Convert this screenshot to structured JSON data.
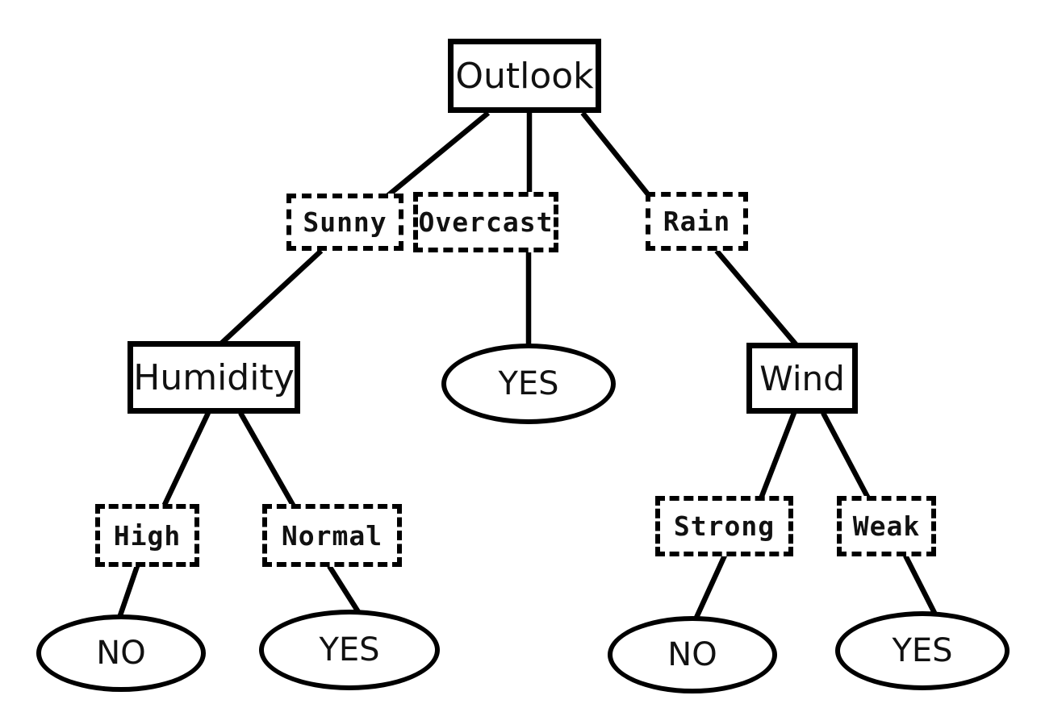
{
  "diagram": {
    "type": "decision-tree",
    "background_color": "#ffffff",
    "stroke_color": "#000000",
    "text_color": "#111111",
    "nodes": {
      "outlook": {
        "label": "Outlook",
        "kind": "decision-attribute",
        "shape": "solid-rect"
      },
      "sunny": {
        "label": "Sunny",
        "kind": "branch-value",
        "shape": "dashed-rect"
      },
      "overcast": {
        "label": "Overcast",
        "kind": "branch-value",
        "shape": "dashed-rect"
      },
      "rain": {
        "label": "Rain",
        "kind": "branch-value",
        "shape": "dashed-rect"
      },
      "humidity": {
        "label": "Humidity",
        "kind": "decision-attribute",
        "shape": "solid-rect"
      },
      "yes_overcast": {
        "label": "YES",
        "kind": "leaf-outcome",
        "shape": "ellipse"
      },
      "wind": {
        "label": "Wind",
        "kind": "decision-attribute",
        "shape": "solid-rect"
      },
      "high": {
        "label": "High",
        "kind": "branch-value",
        "shape": "dashed-rect"
      },
      "normal": {
        "label": "Normal",
        "kind": "branch-value",
        "shape": "dashed-rect"
      },
      "strong": {
        "label": "Strong",
        "kind": "branch-value",
        "shape": "dashed-rect"
      },
      "weak": {
        "label": "Weak",
        "kind": "branch-value",
        "shape": "dashed-rect"
      },
      "no_high": {
        "label": "NO",
        "kind": "leaf-outcome",
        "shape": "ellipse"
      },
      "yes_normal": {
        "label": "YES",
        "kind": "leaf-outcome",
        "shape": "ellipse"
      },
      "no_strong": {
        "label": "NO",
        "kind": "leaf-outcome",
        "shape": "ellipse"
      },
      "yes_weak": {
        "label": "YES",
        "kind": "leaf-outcome",
        "shape": "ellipse"
      }
    },
    "edges": [
      {
        "from": "outlook",
        "to": "sunny"
      },
      {
        "from": "outlook",
        "to": "overcast"
      },
      {
        "from": "outlook",
        "to": "rain"
      },
      {
        "from": "sunny",
        "to": "humidity"
      },
      {
        "from": "overcast",
        "to": "yes_overcast"
      },
      {
        "from": "rain",
        "to": "wind"
      },
      {
        "from": "humidity",
        "to": "high"
      },
      {
        "from": "humidity",
        "to": "normal"
      },
      {
        "from": "wind",
        "to": "strong"
      },
      {
        "from": "wind",
        "to": "weak"
      },
      {
        "from": "high",
        "to": "no_high"
      },
      {
        "from": "normal",
        "to": "yes_normal"
      },
      {
        "from": "strong",
        "to": "no_strong"
      },
      {
        "from": "weak",
        "to": "yes_weak"
      }
    ]
  }
}
